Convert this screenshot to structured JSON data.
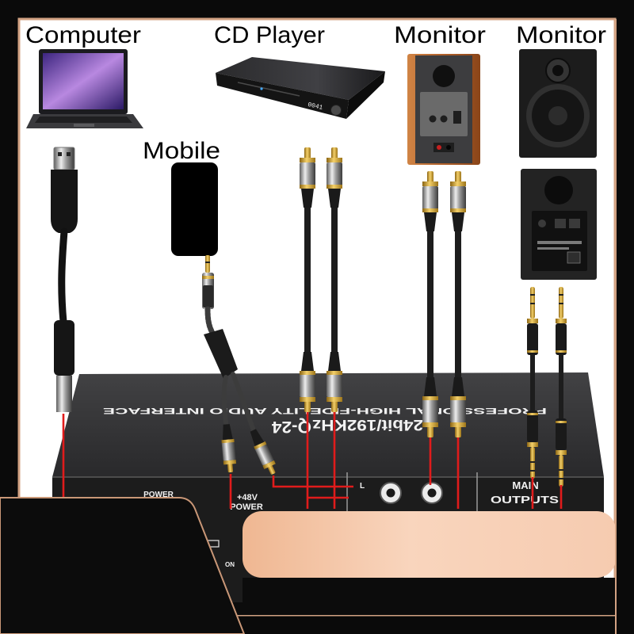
{
  "labels": {
    "computer": "Computer",
    "cd_player": "CD Player",
    "monitor_left": "Monitor",
    "monitor_right": "Monitor",
    "mobile": "Mobile"
  },
  "cd_player": {
    "display": "0041"
  },
  "interface": {
    "tagline": "PROFESSIONAL HIGH-FIDELITY AUDIO INTERFACE",
    "spec": "24bit/192KHz",
    "model": "Q-24",
    "power_label": "POWER",
    "phantom_voltage": "+48V",
    "phantom_power_label": "POWER",
    "input_channel": "L",
    "main_label": "MAIN",
    "outputs_label": "OUTPUTS",
    "switch_state": "ON"
  },
  "colors": {
    "connection_line": "#e01b1b",
    "frame_accent": "#d2a283",
    "overlay_bar": "#f6cdb1",
    "device_body": "#2c2c2e"
  }
}
